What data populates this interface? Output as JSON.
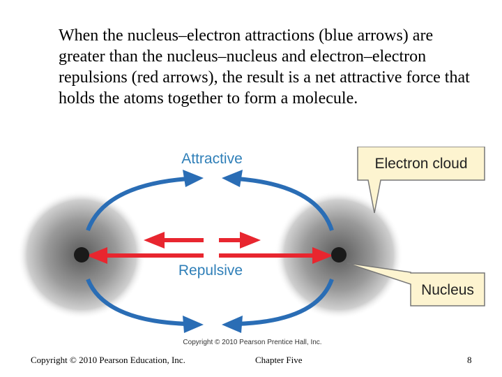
{
  "caption": "When the nucleus–electron attractions (blue arrows) are greater than the nucleus–nucleus and electron–electron repulsions (red arrows), the result is a net attractive force that holds the atoms together to form a molecule.",
  "diagram": {
    "attractive_label": "Attractive",
    "repulsive_label": "Repulsive",
    "electron_cloud_label": "Electron cloud",
    "nucleus_label": "Nucleus",
    "image_copyright": "Copyright © 2010 Pearson Prentice Hall, Inc.",
    "colors": {
      "attractive": "#2a6db5",
      "repulsive": "#e8262f",
      "label_text": "#2f7fb8",
      "callout_fill": "#fdf4d0"
    }
  },
  "footer": {
    "copyright": "Copyright © 2010 Pearson Education, Inc.",
    "chapter": "Chapter Five",
    "page_number": "8"
  }
}
